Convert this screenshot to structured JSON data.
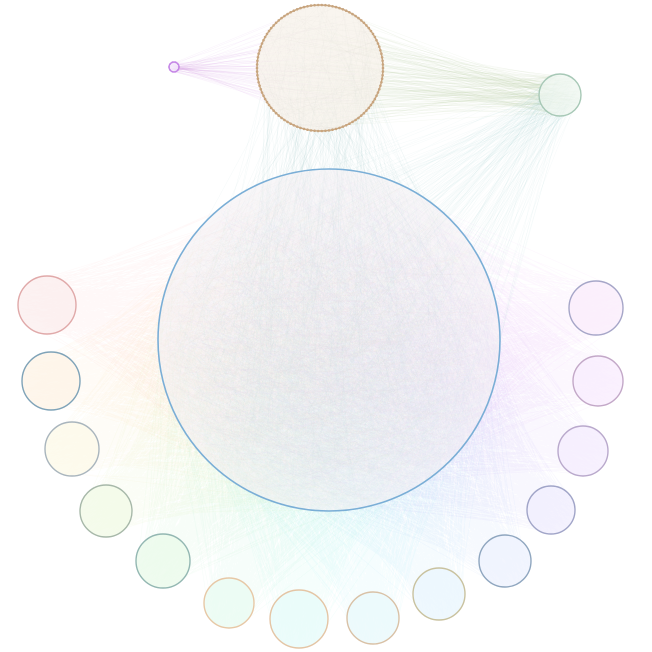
{
  "diagram": {
    "type": "network-circle-packing",
    "background": "#ffffff",
    "edge_opacity": "low",
    "clusters": [
      {
        "id": "ring-top",
        "role": "node-ring",
        "stroke": "#c8a57f",
        "fill": "#f7f1ea"
      },
      {
        "id": "small-left",
        "role": "small-node",
        "stroke": "#c586e6",
        "fill": "#f3e6fb"
      },
      {
        "id": "right-top",
        "role": "cluster",
        "stroke": "#a7c8b6",
        "fill": "#edf5ef"
      },
      {
        "id": "center",
        "role": "large-cluster",
        "stroke": "#7aaed6",
        "fill": "#f2eef3"
      },
      {
        "id": "left-1",
        "role": "cluster",
        "stroke": "#e0a9a9",
        "fill": "#fbeeee"
      },
      {
        "id": "left-2",
        "role": "cluster",
        "stroke": "#7fa3b8",
        "fill": "#fdf3e6"
      },
      {
        "id": "left-3",
        "role": "cluster",
        "stroke": "#a9b5bd",
        "fill": "#fcfae8"
      },
      {
        "id": "left-4",
        "role": "cluster",
        "stroke": "#a7b8a9",
        "fill": "#f2fae6"
      },
      {
        "id": "bottom-1",
        "role": "cluster",
        "stroke": "#93b7b2",
        "fill": "#eafae9"
      },
      {
        "id": "bottom-2",
        "role": "cluster",
        "stroke": "#e7c8a6",
        "fill": "#e8fbf1"
      },
      {
        "id": "bottom-3",
        "role": "cluster",
        "stroke": "#e4c5a5",
        "fill": "#e6fbf9"
      },
      {
        "id": "bottom-4",
        "role": "cluster",
        "stroke": "#d9c1a6",
        "fill": "#e8f8fb"
      },
      {
        "id": "bottom-5",
        "role": "cluster",
        "stroke": "#c9c29f",
        "fill": "#eaf5fd"
      },
      {
        "id": "right-b1",
        "role": "cluster",
        "stroke": "#8fa6bf",
        "fill": "#edf2fd"
      },
      {
        "id": "right-b2",
        "role": "cluster",
        "stroke": "#a1a5c8",
        "fill": "#f0edfd"
      },
      {
        "id": "right-b3",
        "role": "cluster",
        "stroke": "#b9a9cc",
        "fill": "#f4ecfd"
      },
      {
        "id": "right-b4",
        "role": "cluster",
        "stroke": "#c3a8c8",
        "fill": "#f8ecfd"
      },
      {
        "id": "right-b5",
        "role": "cluster",
        "stroke": "#a6a6c8",
        "fill": "#f9ecfb"
      }
    ]
  }
}
